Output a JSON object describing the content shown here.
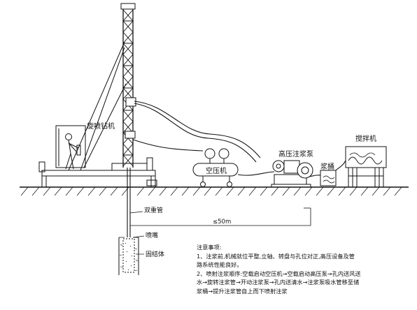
{
  "labels": {
    "rig": "旋喷钻机",
    "compressor": "空压机",
    "pump": "高压注浆泵",
    "mixer": "搅拌机",
    "bucket": "浆桶",
    "double_pipe": "双重管",
    "distance": "≤50m",
    "nozzle": "喷嘴",
    "body": "固结体"
  },
  "notes": {
    "title": "注意事项:",
    "lines": [
      "1、注浆前,机械就位平整,立轴、转盘与孔位对正,高压设备及管",
      "路系统性能良好。",
      "2、喷射注浆顺序:空载启动空压机→空载启动高压泵→孔内送风送",
      "水→旋转注浆管→开动注浆泵→孔内送清水→注浆泵吸水管移至储",
      "浆桶→提升注浆管自上而下喷射注浆"
    ]
  }
}
